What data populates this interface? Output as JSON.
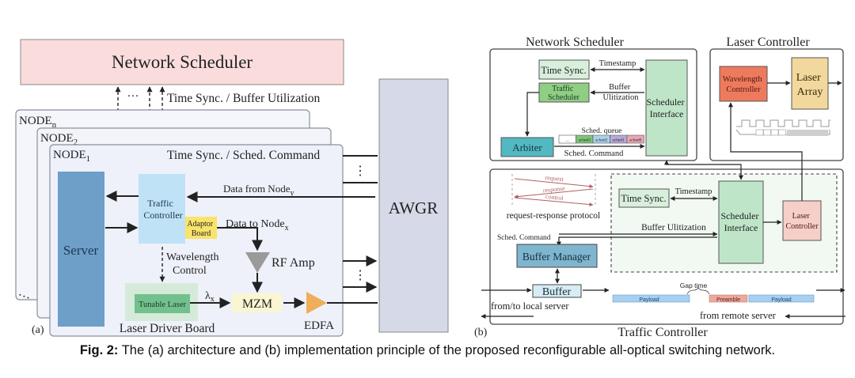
{
  "figure": {
    "caption_label": "Fig. 2:",
    "caption_text": " The (a) architecture and (b) implementation principle of the proposed reconfigurable all-optical switching network."
  },
  "panel_a": {
    "panel_label": "(a)",
    "network_scheduler": "Network Scheduler",
    "dots_between_links": "···",
    "time_sync_buffer_label": "Time Sync. / Buffer Utilization",
    "nodes": {
      "node_n": {
        "base": "NODE",
        "sub": "n"
      },
      "node_2": {
        "base": "NODE",
        "sub": "2"
      },
      "node_1": {
        "base": "NODE",
        "sub": "1"
      }
    },
    "ellipsis_nodes": "…",
    "time_sync_sched_label": "Time Sync. / Sched. Command",
    "server": "Server",
    "traffic_controller": [
      "Traffic",
      "Controller"
    ],
    "adaptor_board": [
      "Adaptor",
      "Board"
    ],
    "data_from": {
      "base": "Data from Node",
      "sub": "y"
    },
    "data_to": {
      "base": "Data to Node",
      "sub": "x"
    },
    "wavelength_control": [
      "Wavelength",
      "Control"
    ],
    "rf_amp": "RF Amp",
    "tunable_laser": "Tunable Laser",
    "lambda": {
      "base": "λ",
      "sub": "x"
    },
    "mzm": "MZM",
    "edfa": "EDFA",
    "laser_driver_board": "Laser Driver Board",
    "awgr": "AWGR",
    "vdots": "⋮"
  },
  "panel_b": {
    "panel_label": "(b)",
    "network_scheduler_title": "Network Scheduler",
    "laser_controller_title": "Laser Controller",
    "traffic_controller_title": "Traffic Controller",
    "ns": {
      "time_sync": "Time Sync.",
      "timestamp": "Timestamp",
      "traffic_scheduler": [
        "Traffic",
        "Scheduler"
      ],
      "buffer_util": [
        "Buffer",
        "Ulitization"
      ],
      "scheduler_interface": [
        "Scheduler",
        "Interface"
      ],
      "sched_queue": "Sched. queue",
      "queue_items": [
        "...",
        "sched3",
        "sched2",
        "sched1",
        "sched0"
      ],
      "queue_colors": [
        "#ffffff",
        "#7fc47a",
        "#a9d3ea",
        "#b7a8d8",
        "#e9a6b4"
      ],
      "arbiter": "Arbiter",
      "sched_command": "Sched. Command"
    },
    "lc": {
      "wavelength_controller": [
        "Wavelength",
        "Controller"
      ],
      "laser_array": [
        "Laser",
        "Array"
      ],
      "pulse_labels": [
        "□",
        "□",
        "□",
        "□"
      ]
    },
    "tc": {
      "protocol_msgs": [
        "request",
        "response",
        "control"
      ],
      "protocol_caption": "request-response protocol",
      "time_sync": "Time Sync.",
      "timestamp": "Timestamp",
      "buffer_util": "Buffer Ulitization",
      "scheduler_interface": [
        "Scheduler",
        "Interface"
      ],
      "laser_controller": [
        "Laser",
        "Controller"
      ],
      "sched_command": "Sched. Command",
      "buffer_manager": "Buffer Manager",
      "buffer": "Buffer",
      "local_server": "from/to local server",
      "remote_server": "from remote server",
      "gap_time": "Gap time",
      "payload1": "Payload",
      "preamble": "Preamble",
      "payload2": "Payload"
    }
  },
  "colors": {
    "network_scheduler_fill": "#fbdcdc",
    "node_fill": "#eef1f9",
    "server_fill": "#6d9fc9",
    "traffic_ctrl_fill": "#bfe2f7",
    "adaptor_fill": "#f8e36b",
    "ldb_fill": "#d5ead9",
    "tunable_fill": "#72c08d",
    "mzm_fill": "#fbf6d2",
    "edfa_fill": "#f0ad5b",
    "rf_amp_fill": "#9a9a9a",
    "awgr_fill": "#d5d9e8",
    "green_box": "#d8efdc",
    "sched_interface": "#bfe5c8",
    "traffic_sched": "#8fcf84",
    "arbiter": "#52b8c2",
    "wl_ctrl": "#ee7a5e",
    "laser_array": "#f2d89c",
    "laser_ctrl_b": "#f6cfc8",
    "buffer_mgr": "#7fb5cf",
    "buffer": "#d7ecf4",
    "payload": "#a8cff0",
    "preamble": "#eca9a0"
  }
}
